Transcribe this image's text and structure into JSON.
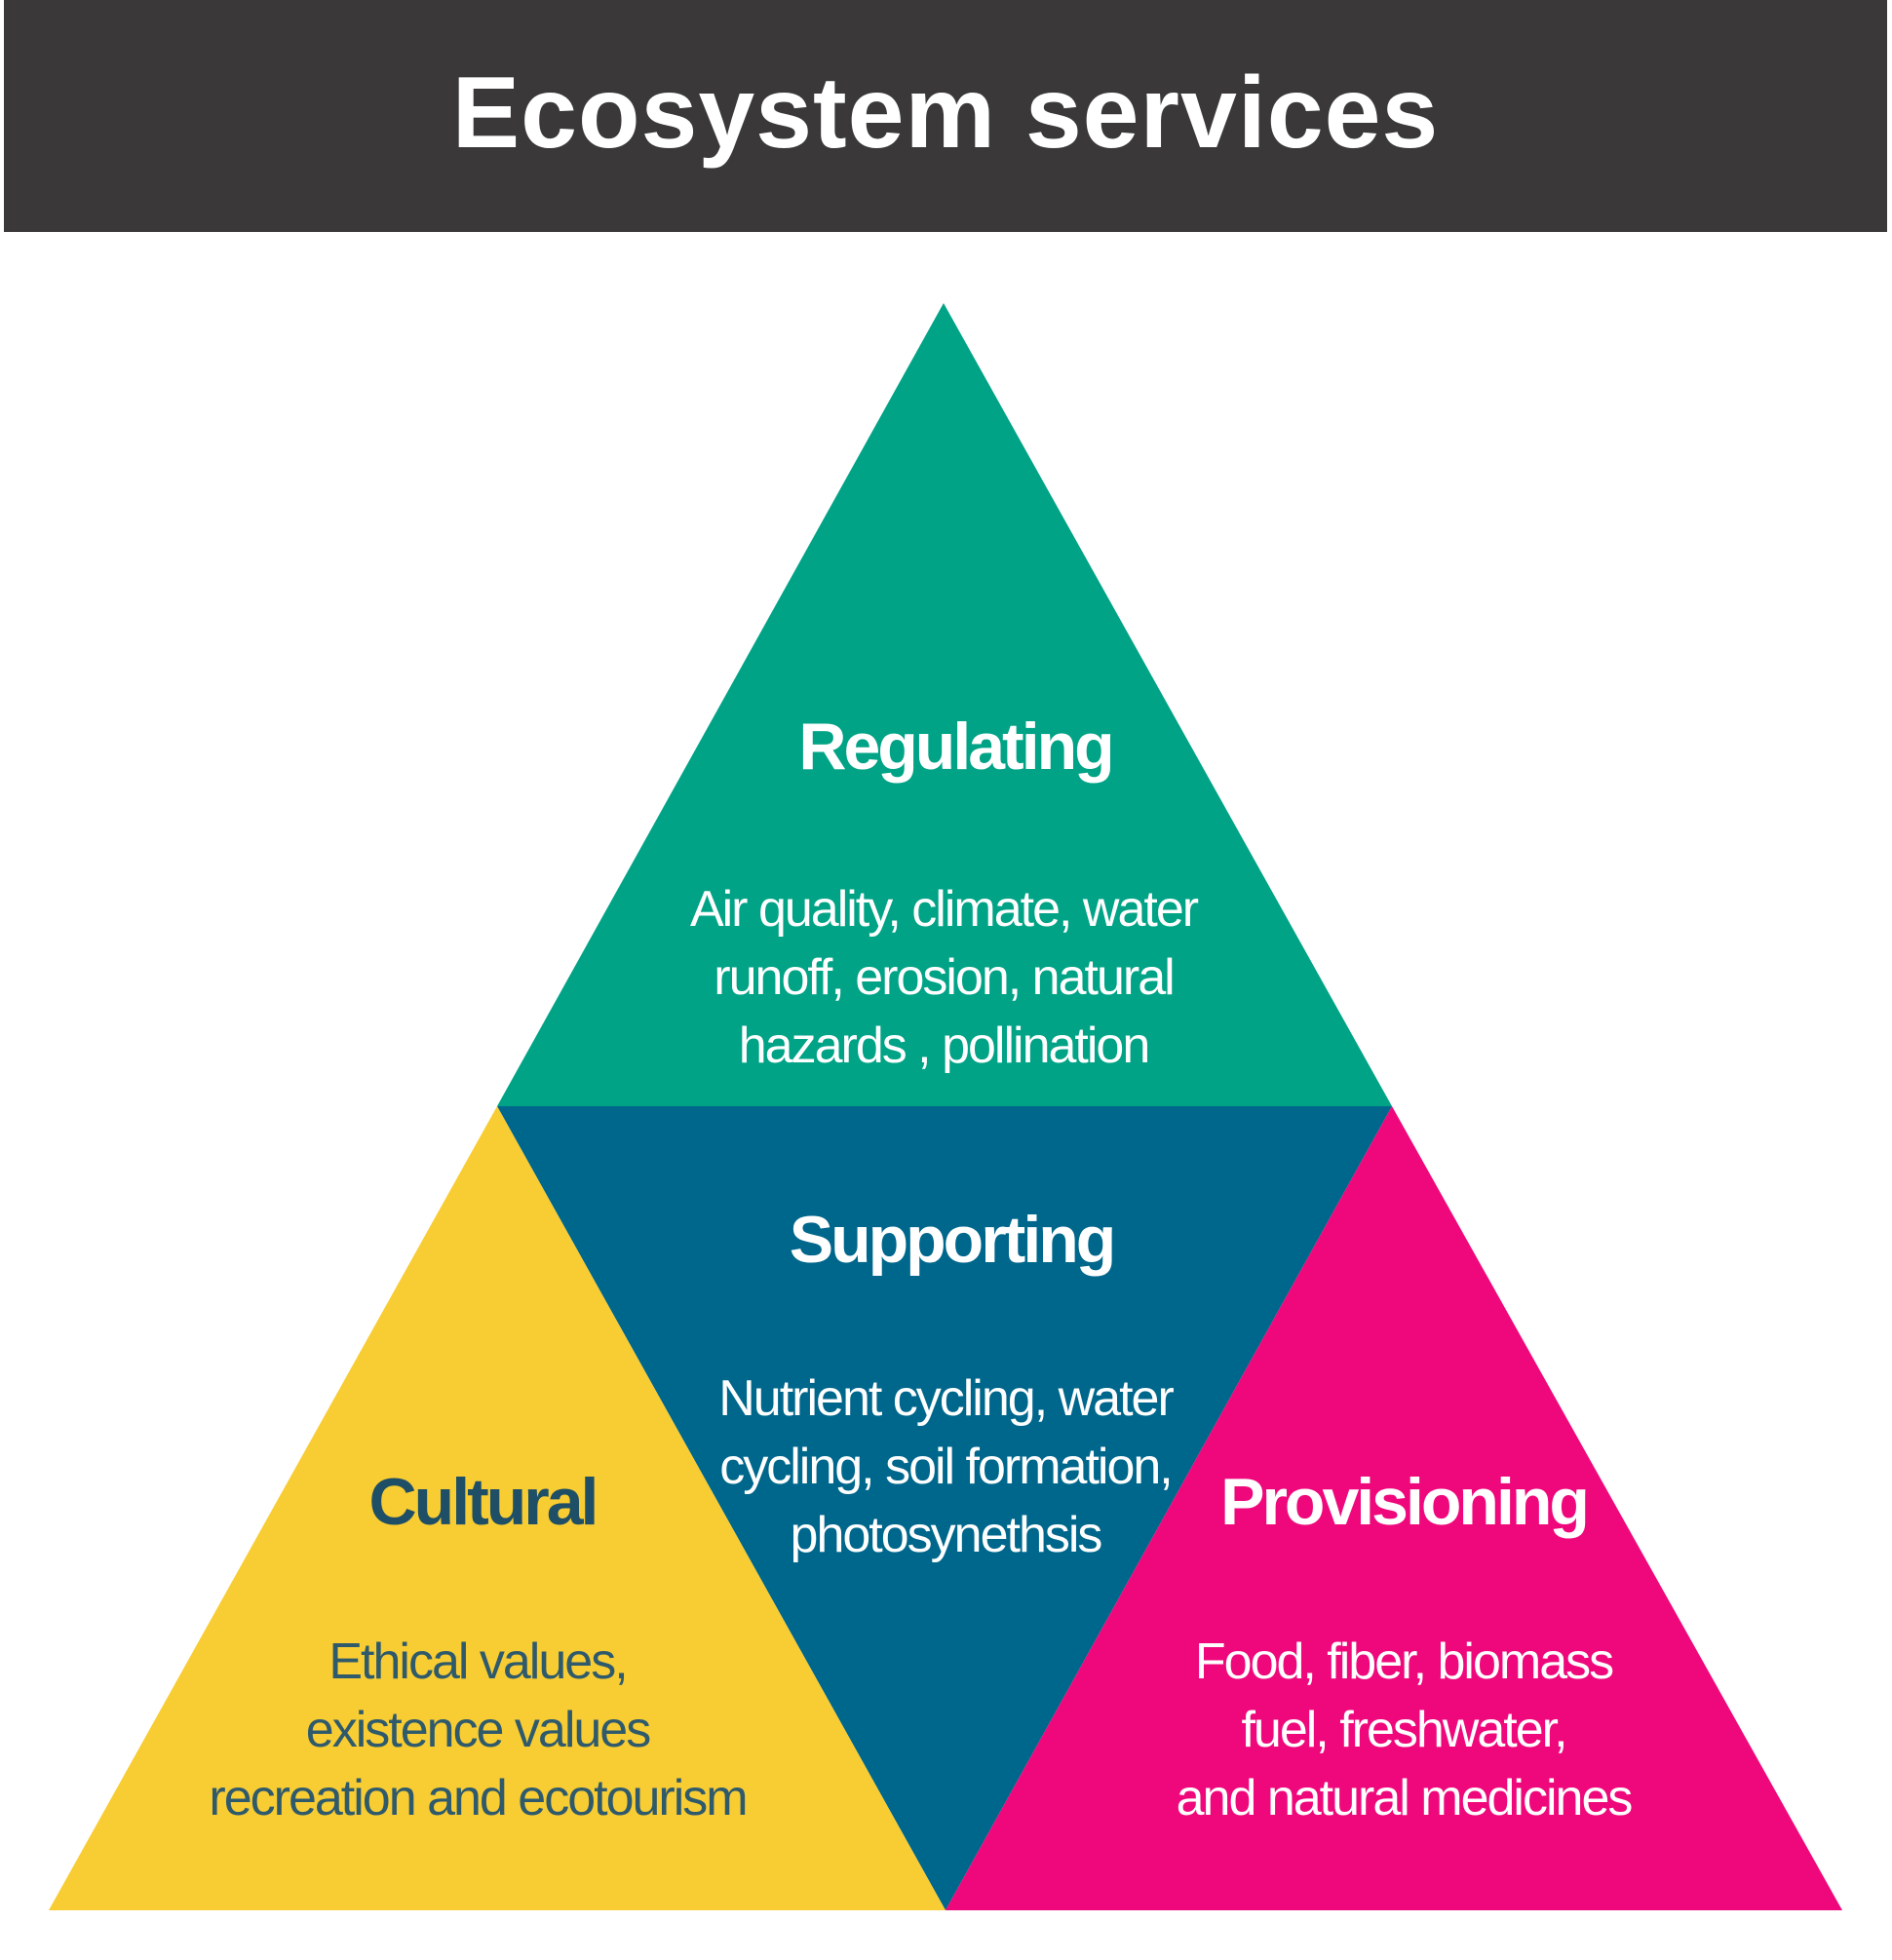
{
  "title": "Ecosystem services",
  "colors": {
    "title_bar": "#3a3839",
    "regulating": "#00a386",
    "supporting": "#00678c",
    "cultural": "#f8cc33",
    "provisioning": "#ef087c"
  },
  "sections": {
    "regulating": {
      "heading": "Regulating",
      "description": "Air quality, climate, water\nrunoff, erosion, natural\nhazards , pollination"
    },
    "supporting": {
      "heading": "Supporting",
      "description": "Nutrient cycling, water\ncycling, soil formation,\nphotosynethsis"
    },
    "cultural": {
      "heading": "Cultural",
      "description": "Ethical values,\nexistence values\nrecreation and ecotourism"
    },
    "provisioning": {
      "heading": "Provisioning",
      "description": "Food, fiber, biomass\nfuel, freshwater,\nand natural medicines"
    }
  }
}
